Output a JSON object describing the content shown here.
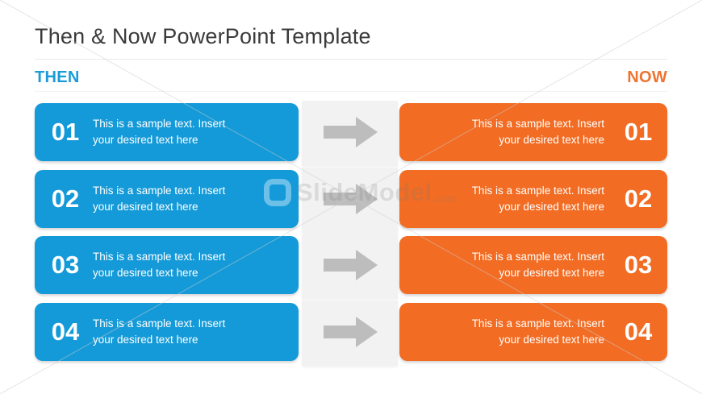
{
  "slide": {
    "title": "Then & Now PowerPoint Template",
    "then_label": "THEN",
    "now_label": "NOW"
  },
  "colors": {
    "then_blue": "#149AD8",
    "now_orange": "#F26C23",
    "then_label_blue": "#1B9CD8",
    "now_label_orange": "#ED7431",
    "arrow_gray": "#BDBDBD",
    "connector_gray": "#F2F2F2",
    "title_gray": "#3A3A3A"
  },
  "rows": [
    {
      "number": "01",
      "then_text": "This is a sample text. Insert\nyour desired text here",
      "now_text": "This is a sample text. Insert\nyour desired text here"
    },
    {
      "number": "02",
      "then_text": "This is a sample text. Insert\nyour desired text here",
      "now_text": "This is a sample text. Insert\nyour desired text here"
    },
    {
      "number": "03",
      "then_text": "This is a sample text. Insert\nyour desired text here",
      "now_text": "This is a sample text. Insert\nyour desired text here"
    },
    {
      "number": "04",
      "then_text": "This is a sample text. Insert\nyour desired text here",
      "now_text": "This is a sample text. Insert\nyour desired text here"
    }
  ],
  "watermark": {
    "brand": "SlideModel",
    "suffix": ".com"
  }
}
